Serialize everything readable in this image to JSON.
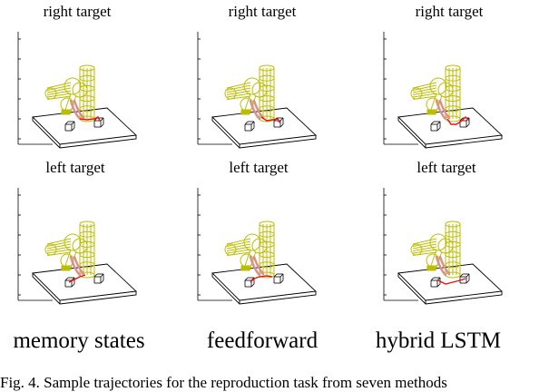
{
  "figure": {
    "row_titles": [
      "right target",
      "left target"
    ],
    "column_labels": [
      "memory states",
      "feedforward",
      "hybrid LSTM"
    ],
    "caption": "Fig. 4.   Sample trajectories for the reproduction task from seven methods"
  },
  "colors": {
    "robot": "#bdbd00",
    "trajectory": "#d9908f",
    "path": "#ee1111",
    "frame": "#000000"
  }
}
